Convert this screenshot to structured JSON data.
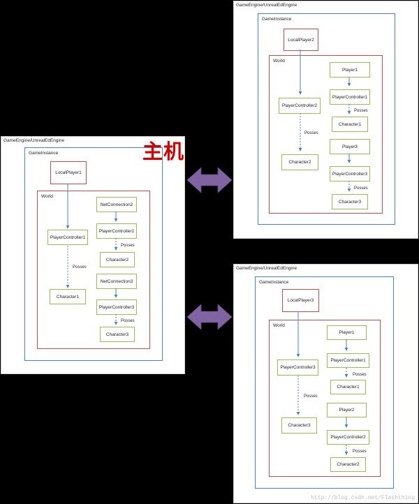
{
  "server": {
    "engine_label": "GameEngine/UnrealEdEngine",
    "game_instance_label": "GameInstance",
    "local_player": "LocalPlayer1",
    "world_label": "World",
    "player_controller": "PlayerController1",
    "character": "Character1",
    "possess_label": "Posses",
    "connections": [
      {
        "connection": "NetConnection2",
        "controller": "PlayerController2",
        "character": "Character2",
        "possess_label": "Posses"
      },
      {
        "connection": "NetConnection3",
        "controller": "PlayerController3",
        "character": "Character3",
        "possess_label": "Posses"
      }
    ],
    "host_label": "主机"
  },
  "client_2": {
    "engine_label": "GameEngine/UnrealEdEngine",
    "game_instance_label": "GameInstance",
    "local_player": "LocalPlayer2",
    "world_label": "World",
    "player_controller": "PlayerController2",
    "character": "Character2",
    "possess_label": "Posses",
    "remotes": [
      {
        "player": "Player1",
        "controller": "PlayerController1",
        "character": "Character1",
        "possess_label": "Posses"
      },
      {
        "player": "Player3",
        "controller": "PlayerController3",
        "character": "Character3",
        "possess_label": "Posses"
      }
    ]
  },
  "client_3": {
    "engine_label": "GameEngine/UnrealEdEngine",
    "game_instance_label": "GameInstance",
    "local_player": "LocalPlayer3",
    "world_label": "World",
    "player_controller": "PlayerController3",
    "character": "Character3",
    "possess_label": "Posses",
    "remotes": [
      {
        "player": "Player1",
        "controller": "PlayerController1",
        "character": "Character1",
        "possess_label": "Posses"
      },
      {
        "player": "Player2",
        "controller": "PlayerController2",
        "character": "Character2",
        "possess_label": "Posses"
      }
    ]
  },
  "watermark": "http://blog.csdn.net/Flashthing",
  "colors": {
    "game_instance_border": "#4f81bd",
    "world_border": "#c0504d",
    "node_border": "#9bbb59",
    "local_player_border": "#c0504d",
    "arrow": "#4f81bd",
    "link_arrow": "#8064a2",
    "host_label": "#d00000"
  }
}
